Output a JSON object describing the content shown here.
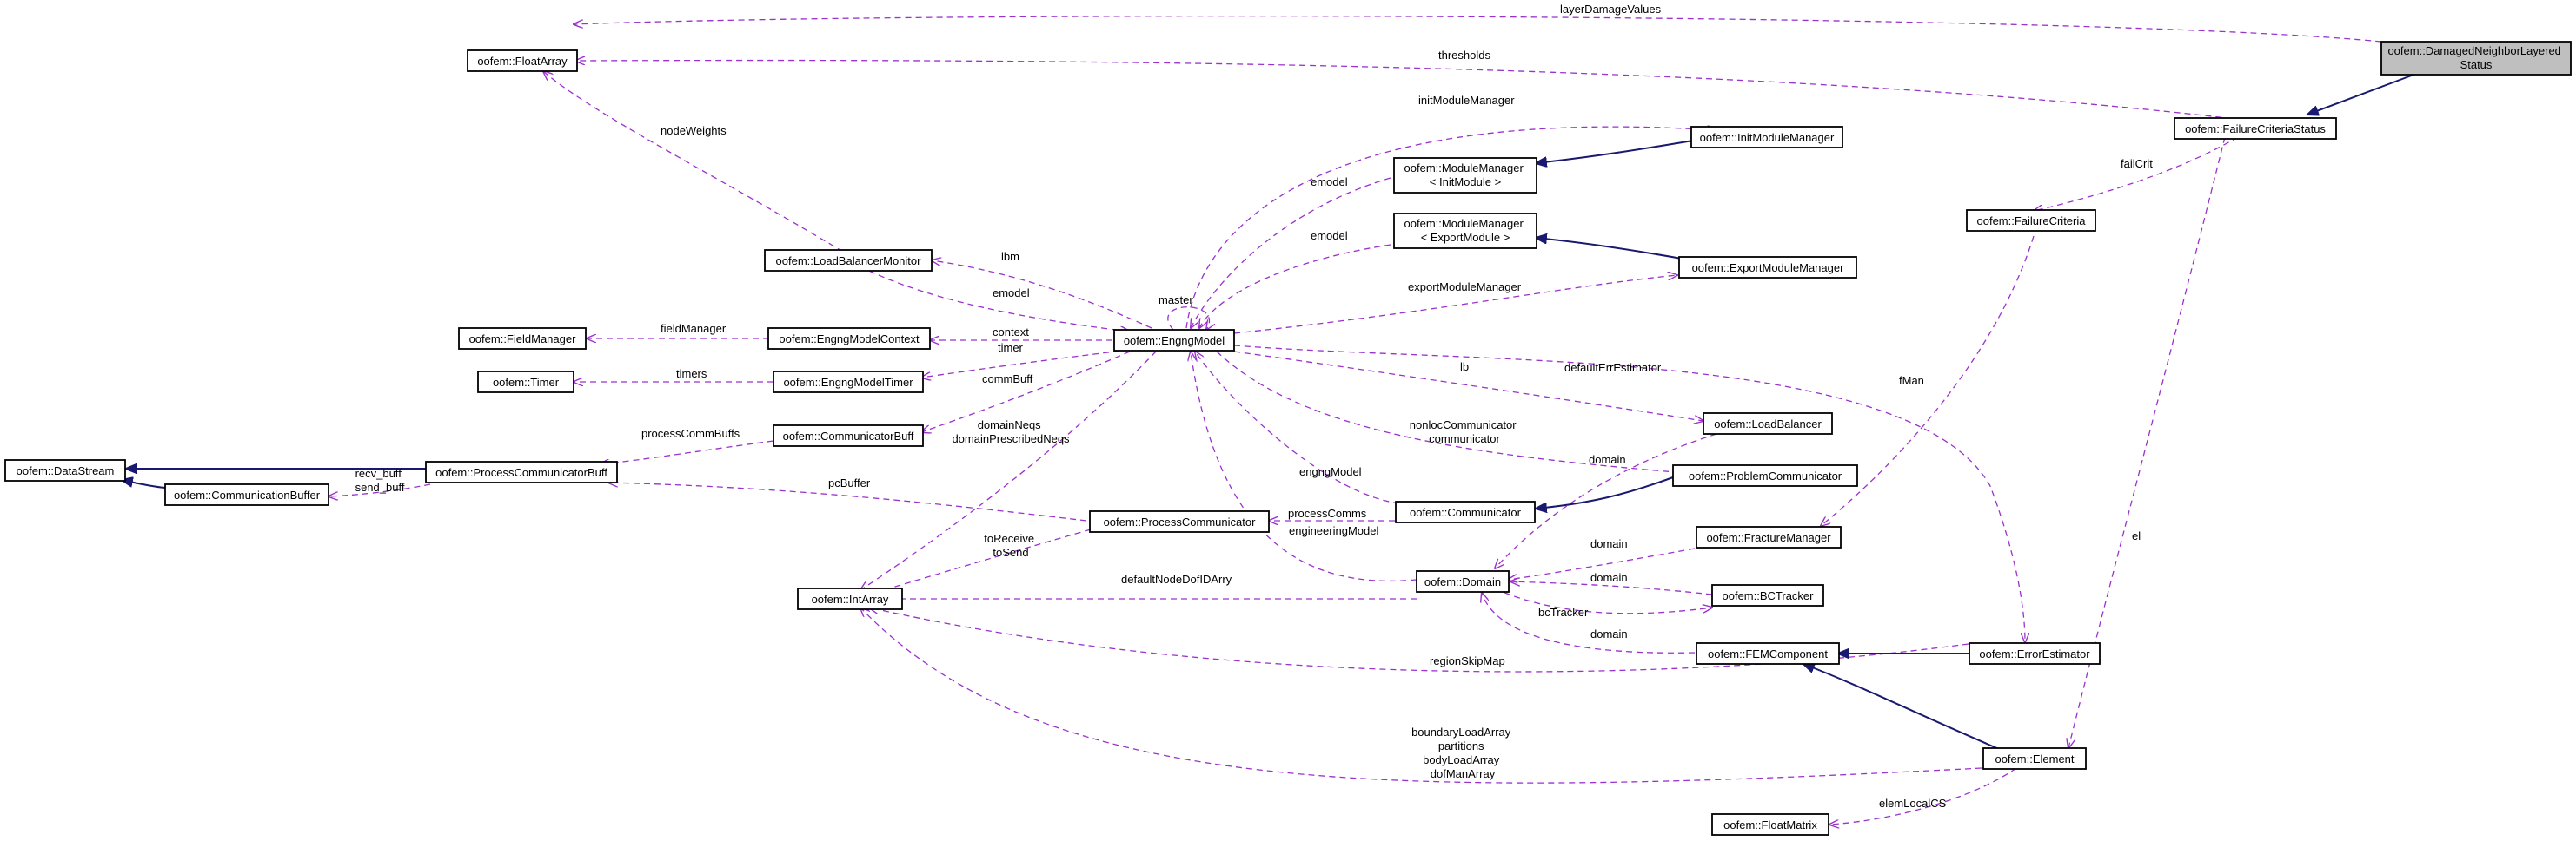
{
  "nodes": {
    "damaged_status": [
      "oofem::DamagedNeighborLayered",
      "Status"
    ],
    "failure_criteria_status": "oofem::FailureCriteriaStatus",
    "float_array": "oofem::FloatArray",
    "failure_criteria": "oofem::FailureCriteria",
    "init_module_manager": "oofem::InitModuleManager",
    "module_manager_init": [
      "oofem::ModuleManager",
      "< InitModule >"
    ],
    "module_manager_export": [
      "oofem::ModuleManager",
      "< ExportModule >"
    ],
    "export_module_manager": "oofem::ExportModuleManager",
    "load_balancer_monitor": "oofem::LoadBalancerMonitor",
    "field_manager": "oofem::FieldManager",
    "engng_model_context": "oofem::EngngModelContext",
    "engng_model": "oofem::EngngModel",
    "timer": "oofem::Timer",
    "engng_model_timer": "oofem::EngngModelTimer",
    "communicator_buff": "oofem::CommunicatorBuff",
    "load_balancer": "oofem::LoadBalancer",
    "data_stream": "oofem::DataStream",
    "process_communicator_buff": "oofem::ProcessCommunicatorBuff",
    "communication_buffer": "oofem::CommunicationBuffer",
    "problem_communicator": "oofem::ProblemCommunicator",
    "process_communicator": "oofem::ProcessCommunicator",
    "communicator": "oofem::Communicator",
    "fracture_manager": "oofem::FractureManager",
    "int_array": "oofem::IntArray",
    "domain": "oofem::Domain",
    "bc_tracker": "oofem::BCTracker",
    "fem_component": "oofem::FEMComponent",
    "error_estimator": "oofem::ErrorEstimator",
    "element": "oofem::Element",
    "float_matrix": "oofem::FloatMatrix"
  },
  "edge_labels": {
    "layer_damage_values": "layerDamageValues",
    "thresholds": "thresholds",
    "node_weights": "nodeWeights",
    "init_module_manager": "initModuleManager",
    "fail_crit": "failCrit",
    "emodel_init": "emodel",
    "emodel_export": "emodel",
    "lbm": "lbm",
    "emodel_lbm": "emodel",
    "master": "master",
    "export_module_manager": "exportModuleManager",
    "field_manager": "fieldManager",
    "context": "context",
    "timer": "timer",
    "timers": "timers",
    "comm_buff": "commBuff",
    "lb": "lb",
    "default_err_estimator": "defaultErrEstimator",
    "f_man": "fMan",
    "domain_neqs": [
      "domainNeqs",
      "domainPrescribedNeqs"
    ],
    "process_comm_buffs": "processCommBuffs",
    "nonloc_communicator": [
      "nonlocCommunicator",
      "communicator"
    ],
    "domain_lb": "domain",
    "recv_send_buff": [
      "recv_buff",
      "send_buff"
    ],
    "engng_model_comm": "engngModel",
    "pc_buffer": "pcBuffer",
    "process_comms": "processComms",
    "engineering_model": "engineeringModel",
    "domain_fracture": "domain",
    "to_receive": [
      "toReceive",
      "toSend"
    ],
    "default_node_dof_id_arry": "defaultNodeDofIDArry",
    "domain_bc": "domain",
    "bc_tracker": "bcTracker",
    "domain_fem": "domain",
    "el": "el",
    "region_skip_map": "regionSkipMap",
    "boundary_load_array": [
      "boundaryLoadArray",
      "partitions",
      "bodyLoadArray",
      "dofManArray"
    ],
    "elem_local_cs": "elemLocalCS"
  },
  "colors": {
    "association_edge": "#9a32cd",
    "inheritance_edge": "#191970",
    "highlight_node": "#bfbfbf"
  }
}
